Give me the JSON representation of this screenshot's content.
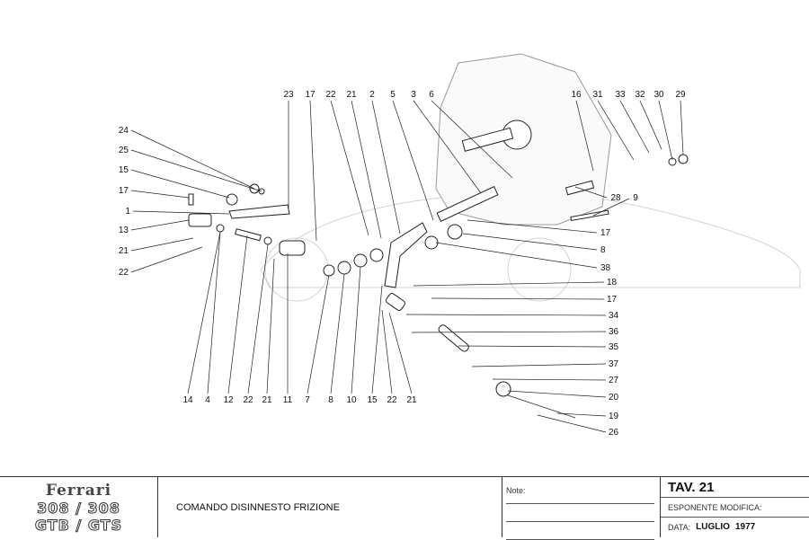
{
  "labels": [
    "23",
    "17",
    "22",
    "21",
    "2",
    "5",
    "3",
    "6",
    "16",
    "31",
    "33",
    "32",
    "30",
    "29",
    "24",
    "25",
    "15",
    "17",
    "1",
    "13",
    "21",
    "22",
    "14",
    "4",
    "12",
    "22",
    "21",
    "11",
    "7",
    "8",
    "10",
    "15",
    "22",
    "21",
    "28",
    "9",
    "17",
    "8",
    "38",
    "18",
    "17",
    "34",
    "36",
    "35",
    "37",
    "27",
    "20",
    "19",
    "26"
  ],
  "footer": {
    "brand": "Ferrari",
    "model_line1": "308 / 308",
    "model_line2": "GTB / GTS",
    "title": "COMANDO DISINNESTO FRIZIONE",
    "note_label": "Note:",
    "tav": "TAV. 21",
    "esponente_label": "ESPONENTE MODIFICA:",
    "data_label": "DATA:",
    "data_value": "LUGLIO",
    "data_year": "1977"
  }
}
